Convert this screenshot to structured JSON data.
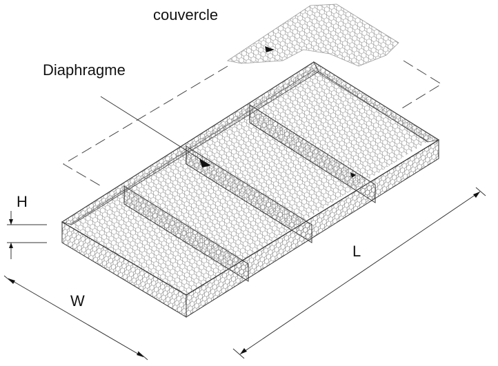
{
  "labels": {
    "lid": "couvercle",
    "diaphragm": "Diaphragme",
    "height": "H",
    "width": "W",
    "length": "L"
  },
  "colors": {
    "line": "#222222",
    "mesh": "#8a8a8a",
    "background": "#ffffff"
  },
  "icons": {
    "mesh": "hexagonal-wire-mesh",
    "pointer": "triangle-arrowhead"
  }
}
